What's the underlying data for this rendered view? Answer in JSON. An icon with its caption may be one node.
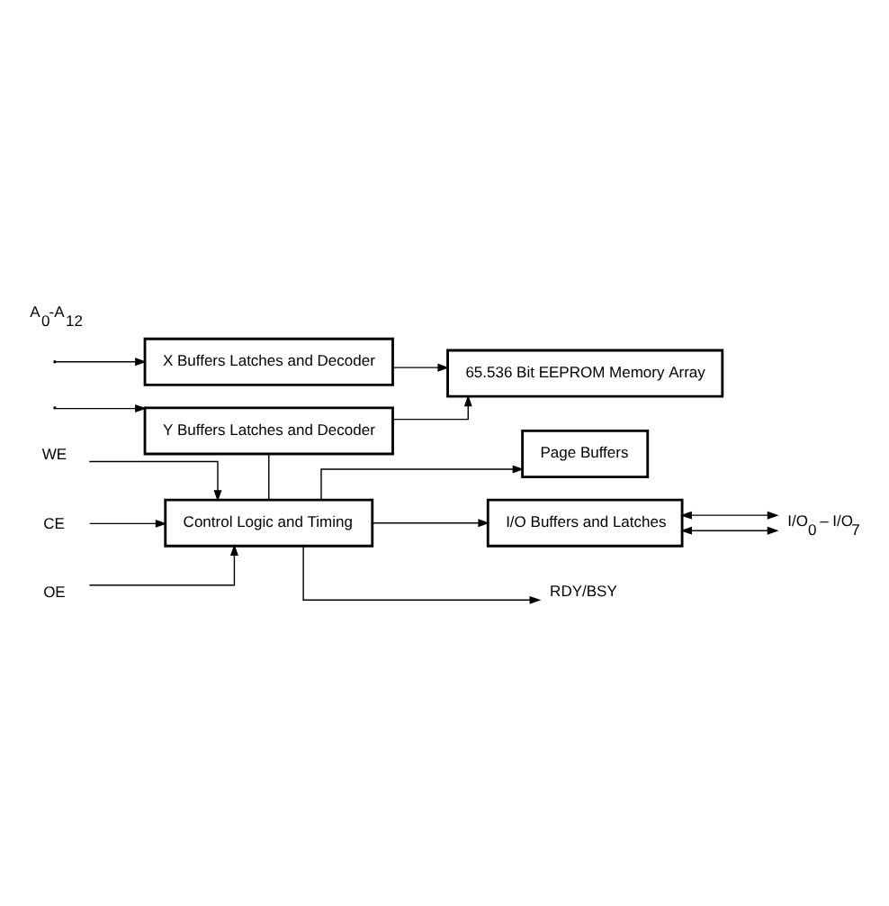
{
  "diagram": {
    "nodes": [
      {
        "text": [
          "X Buffers Latches and Decoder"
        ]
      },
      {
        "text": [
          "Y Buffers Latches and Decoder"
        ]
      },
      {
        "text": [
          "Page Buffers"
        ]
      },
      {
        "text": [
          "65.536 Bit EEPROM Memory Array"
        ]
      },
      {
        "text": [
          "I/O Buffers and Latches"
        ]
      },
      {
        "text": [
          "Control Logic and Timing"
        ]
      },
      {
        "text": [
          "CE"
        ]
      },
      {
        "text": [
          "OE"
        ]
      },
      {
        "text": [
          "WE"
        ]
      },
      {
        "text": [
          "RDY/BSY"
        ]
      },
      {
        "text": [
          "I/O$_{0}$ – I/O$_{7}$"
        ]
      }
    ],
    "edges": [
      {
        "from": null,
        "to": 0,
        "arrow": "to"
      },
      {
        "from": null,
        "to": 1,
        "arrow": "to"
      },
      {
        "from": 0,
        "to": 3,
        "arrow": "to"
      },
      {
        "from": 1,
        "to": 3,
        "arrow": "to"
      },
      {
        "from": 1,
        "to": 5,
        "arrow": "none"
      },
      {
        "from": 5,
        "to": 2,
        "arrow": "to"
      },
      {
        "from": 5,
        "to": 4,
        "arrow": "to"
      },
      {
        "from": 6,
        "to": 5,
        "arrow": "to"
      },
      {
        "from": 7,
        "to": 5,
        "arrow": "to"
      },
      {
        "from": 8,
        "to": 5,
        "arrow": "to"
      },
      {
        "from": 5,
        "to": 9,
        "arrow": "to"
      },
      {
        "from": 4,
        "to": 10,
        "arrow": "both"
      },
      {
        "from": 4,
        "to": 10,
        "arrow": "both"
      }
    ],
    "labels": [
      "A$_{0}$-A$_{12}$"
    ]
  }
}
